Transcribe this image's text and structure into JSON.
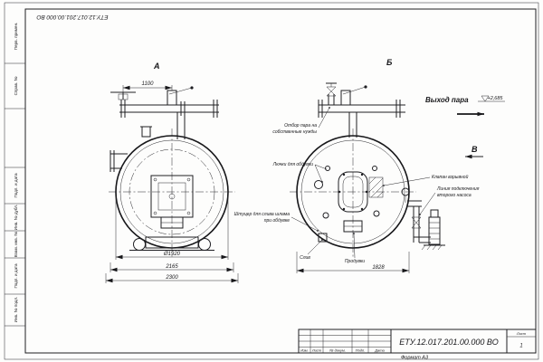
{
  "sheet": {
    "doc_number": "ЕТУ.12.017.201.00.000 ВО",
    "doc_number_top": "ЕТУ.12.017.201.00.000 ВО",
    "format_label": "Формат А3",
    "stamp_cols": [
      "Изм.",
      "Лист",
      "№ докум.",
      "Подп.",
      "Дата"
    ],
    "sheet_label": "Лист",
    "sheet_value": "1",
    "margin_fields": [
      "Перв. примен.",
      "Справ. №",
      "Подп. и дата",
      "Инв. № дубл.",
      "Взам. инв. №",
      "Подп. и дата",
      "Инв. № подл."
    ]
  },
  "views": {
    "a": {
      "label": "А",
      "dim_top": "1100",
      "dim_diameter": "Ø1920",
      "dim_mid": "2165",
      "dim_overall": "2300"
    },
    "b": {
      "label": "Б",
      "view_dir": "В",
      "steam_outlet": "Выход пара",
      "elevation": "+2,685",
      "dim_overall": "1828",
      "callouts": {
        "steam_tap_1": "Отбор пара на",
        "steam_tap_2": "собственные нужды",
        "hatches": "Лючки для обдувки",
        "explosion_valve": "Клапан взрывной",
        "pump_line_1": "Линия подключения",
        "pump_line_2": "второго насоса",
        "sludge_1": "Штуцер для слива шлама",
        "sludge_2": "при обдувке",
        "drain": "Слив",
        "blowdown": "Продувки"
      }
    }
  }
}
